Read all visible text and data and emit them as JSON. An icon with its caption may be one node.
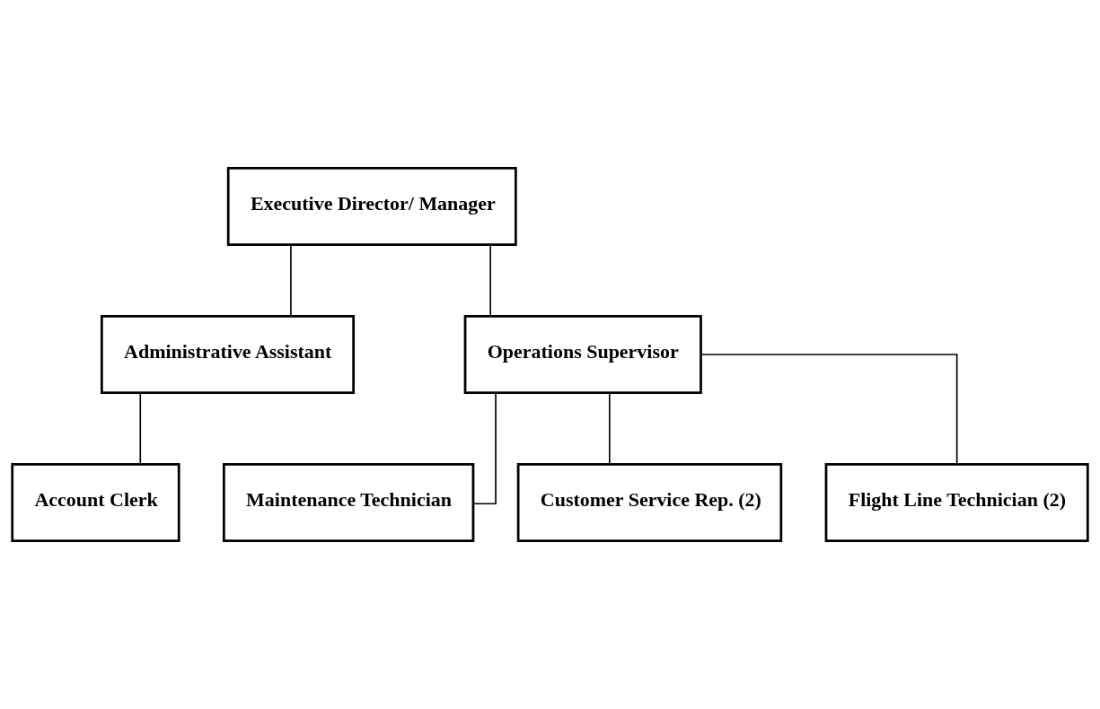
{
  "diagram": {
    "nodes": [
      {
        "text": [
          "Executive Director/ Manager"
        ]
      },
      {
        "text": [
          "Administrative Assistant"
        ]
      },
      {
        "text": [
          "Operations Supervisor"
        ]
      },
      {
        "text": [
          "Account Clerk"
        ]
      },
      {
        "text": [
          "Maintenance Technician"
        ]
      },
      {
        "text": [
          "Customer Service Rep. (2)"
        ]
      },
      {
        "text": [
          "Flight Line Technician (2)"
        ]
      }
    ],
    "edges": [
      {
        "from": 0,
        "to": 1,
        "arrow": "none"
      },
      {
        "from": 0,
        "to": 2,
        "arrow": "none"
      },
      {
        "from": 1,
        "to": 3,
        "arrow": "none"
      },
      {
        "from": 2,
        "to": 4,
        "arrow": "none"
      },
      {
        "from": 2,
        "to": 5,
        "arrow": "none"
      },
      {
        "from": 2,
        "to": 6,
        "arrow": "none"
      }
    ]
  }
}
